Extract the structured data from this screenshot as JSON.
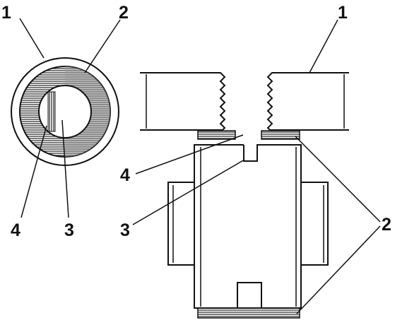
{
  "callouts": {
    "left_top_1": "1",
    "left_top_2": "2",
    "left_bottom_4": "4",
    "left_bottom_3": "3",
    "right_top_1": "1",
    "right_mid_4": "4",
    "right_mid_3": "3",
    "right_side_2": "2"
  },
  "colors": {
    "line": "#111111",
    "background": "#ffffff",
    "hatch": "#333333"
  }
}
